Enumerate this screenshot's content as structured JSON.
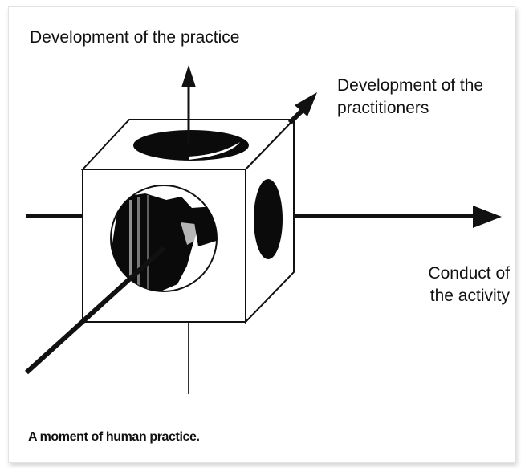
{
  "figure": {
    "labels": {
      "development_of_practice": "Development of the practice",
      "development_of_practitioners": "Development of the practitioners",
      "conduct_of_activity": "Conduct of the activity"
    },
    "caption": "A moment of human practice."
  },
  "colors": {
    "ink": "#111111",
    "thin_line": "#333333",
    "background": "#ffffff"
  }
}
